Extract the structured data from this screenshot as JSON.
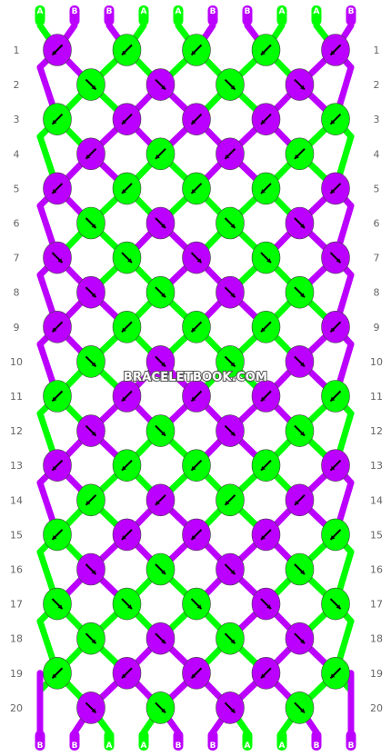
{
  "colors": {
    "A": "#00ff00",
    "B": "#bb00ff"
  },
  "watermark": "BRACELETBOOK.COM",
  "top_strands": [
    "A",
    "B",
    "B",
    "A",
    "A",
    "B",
    "B",
    "A",
    "A",
    "B"
  ],
  "bottom_strands": [
    "B",
    "B",
    "A",
    "A",
    "B",
    "B",
    "A",
    "A",
    "B",
    "B"
  ],
  "rows": [
    {
      "num": "1",
      "knots": [
        [
          "B",
          "sw"
        ],
        [
          "A",
          "sw"
        ],
        [
          "A",
          "sw"
        ],
        [
          "A",
          "sw"
        ],
        [
          "B",
          "sw"
        ]
      ]
    },
    {
      "num": "2",
      "knots": [
        [
          "A",
          "se"
        ],
        [
          "B",
          "se"
        ],
        [
          "A",
          "se"
        ],
        [
          "B",
          "se"
        ]
      ]
    },
    {
      "num": "3",
      "knots": [
        [
          "A",
          "sw"
        ],
        [
          "B",
          "sw"
        ],
        [
          "B",
          "sw"
        ],
        [
          "B",
          "sw"
        ],
        [
          "A",
          "sw"
        ]
      ]
    },
    {
      "num": "4",
      "knots": [
        [
          "B",
          "sw"
        ],
        [
          "A",
          "sw"
        ],
        [
          "B",
          "sw"
        ],
        [
          "A",
          "sw"
        ]
      ]
    },
    {
      "num": "5",
      "knots": [
        [
          "B",
          "sw"
        ],
        [
          "A",
          "sw"
        ],
        [
          "A",
          "sw"
        ],
        [
          "A",
          "sw"
        ],
        [
          "B",
          "sw"
        ]
      ]
    },
    {
      "num": "6",
      "knots": [
        [
          "A",
          "se"
        ],
        [
          "B",
          "se"
        ],
        [
          "A",
          "se"
        ],
        [
          "B",
          "se"
        ]
      ]
    },
    {
      "num": "7",
      "knots": [
        [
          "B",
          "se"
        ],
        [
          "A",
          "se"
        ],
        [
          "B",
          "se"
        ],
        [
          "A",
          "se"
        ],
        [
          "B",
          "se"
        ]
      ]
    },
    {
      "num": "8",
      "knots": [
        [
          "B",
          "se"
        ],
        [
          "A",
          "se"
        ],
        [
          "B",
          "se"
        ],
        [
          "A",
          "se"
        ]
      ]
    },
    {
      "num": "9",
      "knots": [
        [
          "B",
          "sw"
        ],
        [
          "A",
          "sw"
        ],
        [
          "A",
          "sw"
        ],
        [
          "A",
          "sw"
        ],
        [
          "B",
          "sw"
        ]
      ]
    },
    {
      "num": "10",
      "knots": [
        [
          "A",
          "se"
        ],
        [
          "B",
          "se"
        ],
        [
          "A",
          "se"
        ],
        [
          "B",
          "se"
        ]
      ]
    },
    {
      "num": "11",
      "knots": [
        [
          "A",
          "sw"
        ],
        [
          "B",
          "sw"
        ],
        [
          "B",
          "sw"
        ],
        [
          "B",
          "sw"
        ],
        [
          "A",
          "sw"
        ]
      ]
    },
    {
      "num": "12",
      "knots": [
        [
          "B",
          "se"
        ],
        [
          "A",
          "se"
        ],
        [
          "B",
          "se"
        ],
        [
          "A",
          "se"
        ]
      ]
    },
    {
      "num": "13",
      "knots": [
        [
          "B",
          "sw"
        ],
        [
          "A",
          "sw"
        ],
        [
          "A",
          "sw"
        ],
        [
          "A",
          "sw"
        ],
        [
          "B",
          "sw"
        ]
      ]
    },
    {
      "num": "14",
      "knots": [
        [
          "A",
          "sw"
        ],
        [
          "B",
          "sw"
        ],
        [
          "A",
          "sw"
        ],
        [
          "B",
          "sw"
        ]
      ]
    },
    {
      "num": "15",
      "knots": [
        [
          "A",
          "sw"
        ],
        [
          "B",
          "sw"
        ],
        [
          "B",
          "sw"
        ],
        [
          "B",
          "sw"
        ],
        [
          "A",
          "sw"
        ]
      ]
    },
    {
      "num": "16",
      "knots": [
        [
          "B",
          "se"
        ],
        [
          "A",
          "se"
        ],
        [
          "B",
          "se"
        ],
        [
          "A",
          "se"
        ]
      ]
    },
    {
      "num": "17",
      "knots": [
        [
          "A",
          "se"
        ],
        [
          "A",
          "se"
        ],
        [
          "A",
          "se"
        ],
        [
          "B",
          "se"
        ],
        [
          "A",
          "se"
        ]
      ]
    },
    {
      "num": "18",
      "knots": [
        [
          "A",
          "se"
        ],
        [
          "B",
          "se"
        ],
        [
          "A",
          "se"
        ],
        [
          "B",
          "se"
        ]
      ]
    },
    {
      "num": "19",
      "knots": [
        [
          "A",
          "sw"
        ],
        [
          "B",
          "sw"
        ],
        [
          "B",
          "sw"
        ],
        [
          "B",
          "sw"
        ],
        [
          "A",
          "sw"
        ]
      ]
    },
    {
      "num": "20",
      "knots": [
        [
          "B",
          "se"
        ],
        [
          "A",
          "se"
        ],
        [
          "B",
          "se"
        ],
        [
          "A",
          "se"
        ]
      ]
    }
  ]
}
